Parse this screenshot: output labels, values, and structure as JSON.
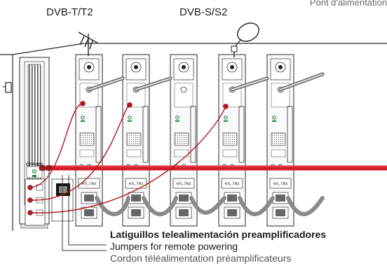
{
  "labels": {
    "dvb_t": "DVB-T/T2",
    "dvb_s": "DVB-S/S2",
    "partial_top_right": "Pont d'alimentation"
  },
  "caption": {
    "es": "Latiguillos telealimentación preamplificadores",
    "en": "Jumpers for remote powering",
    "fr": "Cordon téléalimentation préamplificateurs"
  },
  "module_texts": {
    "power_supply": "CFP-900",
    "trx": "HTL-TRX"
  },
  "colors": {
    "cable_red": "#d41a24",
    "jumper_red": "#b3151c",
    "loop_grey": "#8a8a8a",
    "panel": "#fafafa",
    "outline": "#2a2a2a"
  },
  "icons": [
    "antenna-icon",
    "satellite-dish-icon"
  ]
}
